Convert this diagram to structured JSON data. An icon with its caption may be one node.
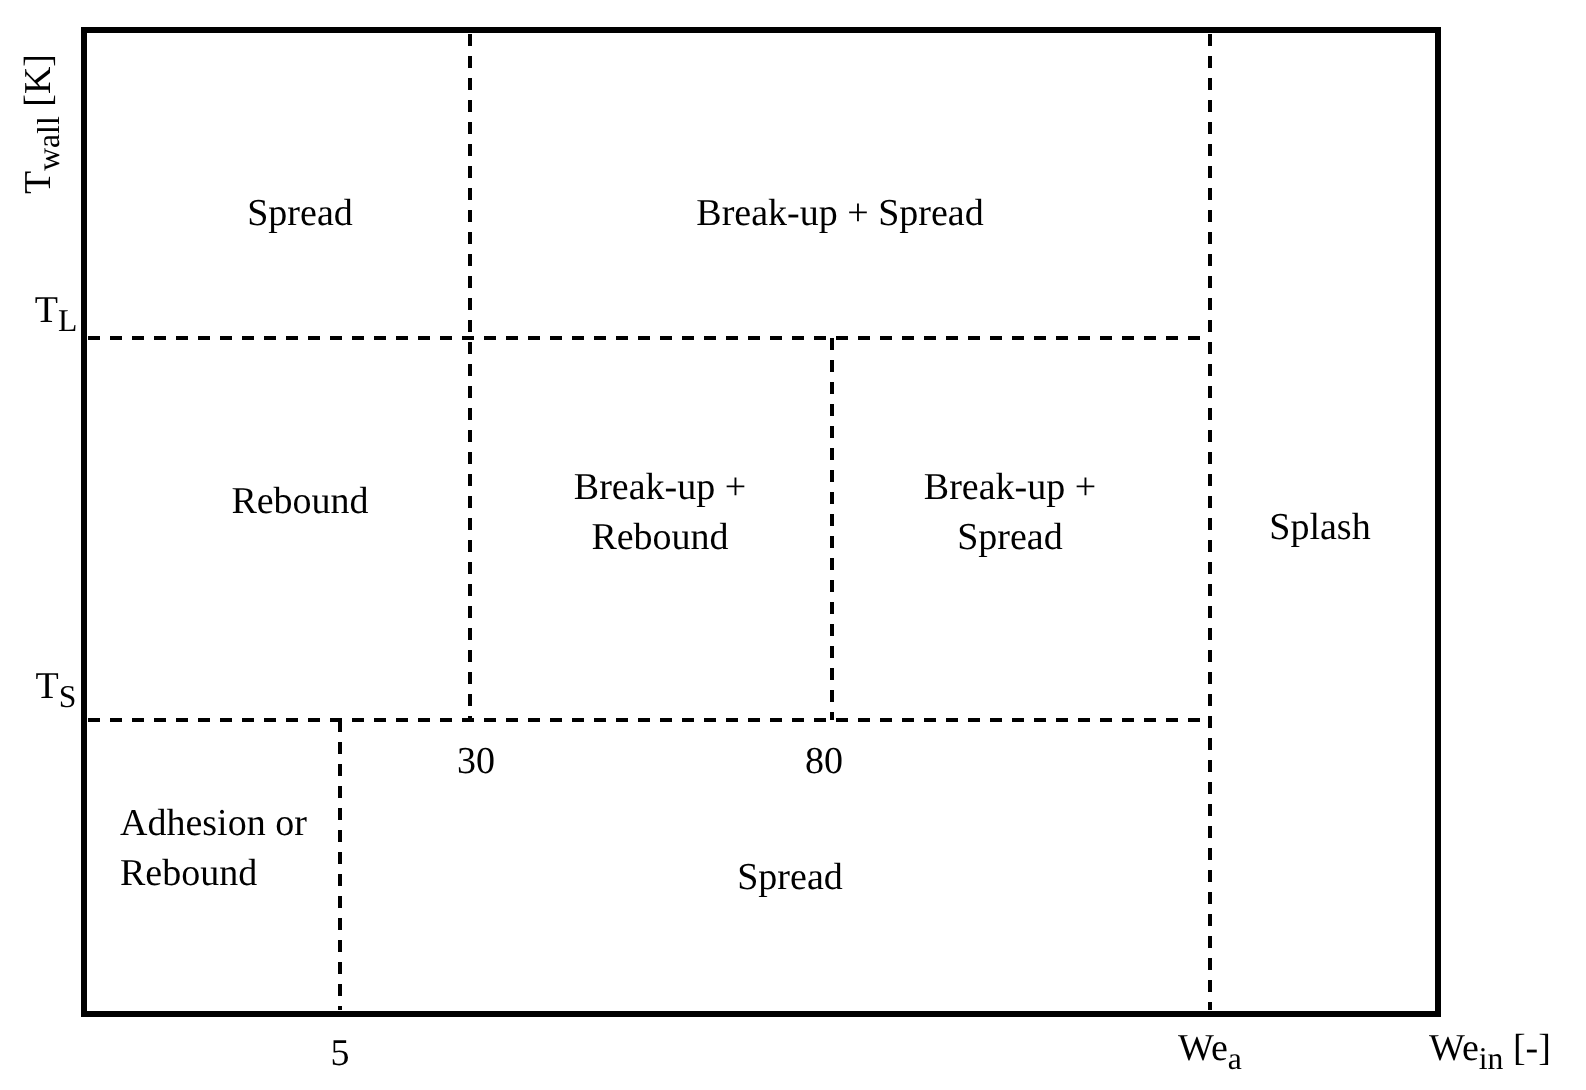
{
  "diagram": {
    "labels": [
      "T$_{wall}$ [K]",
      "Spread",
      "Break-up + Spread",
      "T$_{L}$",
      "Rebound",
      "Break-up + Rebound",
      "Break-up + Spread",
      "Splash",
      "T$_{S}$",
      "Adhesion or Rebound",
      "30",
      "80",
      "Spread",
      "5",
      "We$_{a}$",
      "We$_{in}$ [-]"
    ]
  }
}
